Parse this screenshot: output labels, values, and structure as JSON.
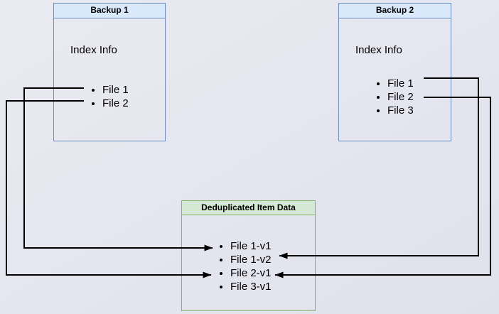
{
  "boxes": {
    "backup1": {
      "title": "Backup 1",
      "heading": "Index Info",
      "items": [
        "File 1",
        "File 2"
      ]
    },
    "backup2": {
      "title": "Backup 2",
      "heading": "Index Info",
      "items": [
        "File 1",
        "File 2",
        "File 3"
      ]
    },
    "dedup": {
      "title": "Deduplicated Item Data",
      "items": [
        "File 1-v1",
        "File 1-v2",
        "File 2-v1",
        "File 3-v1"
      ]
    }
  },
  "colors": {
    "background": "#e6e6ef",
    "blue_border": "#6c8ebf",
    "blue_fill": "#dae8fc",
    "green_border": "#82b366",
    "green_fill": "#d5e8d4",
    "connector": "#000000"
  },
  "connections": [
    {
      "from": "Backup 1 / File 1",
      "to": "Deduplicated Item Data / File 1-v1"
    },
    {
      "from": "Backup 1 / File 2",
      "to": "Deduplicated Item Data / File 2-v1"
    },
    {
      "from": "Backup 2 / File 1",
      "to": "Deduplicated Item Data / File 1-v2"
    },
    {
      "from": "Backup 2 / File 2",
      "to": "Deduplicated Item Data / File 2-v1"
    }
  ]
}
